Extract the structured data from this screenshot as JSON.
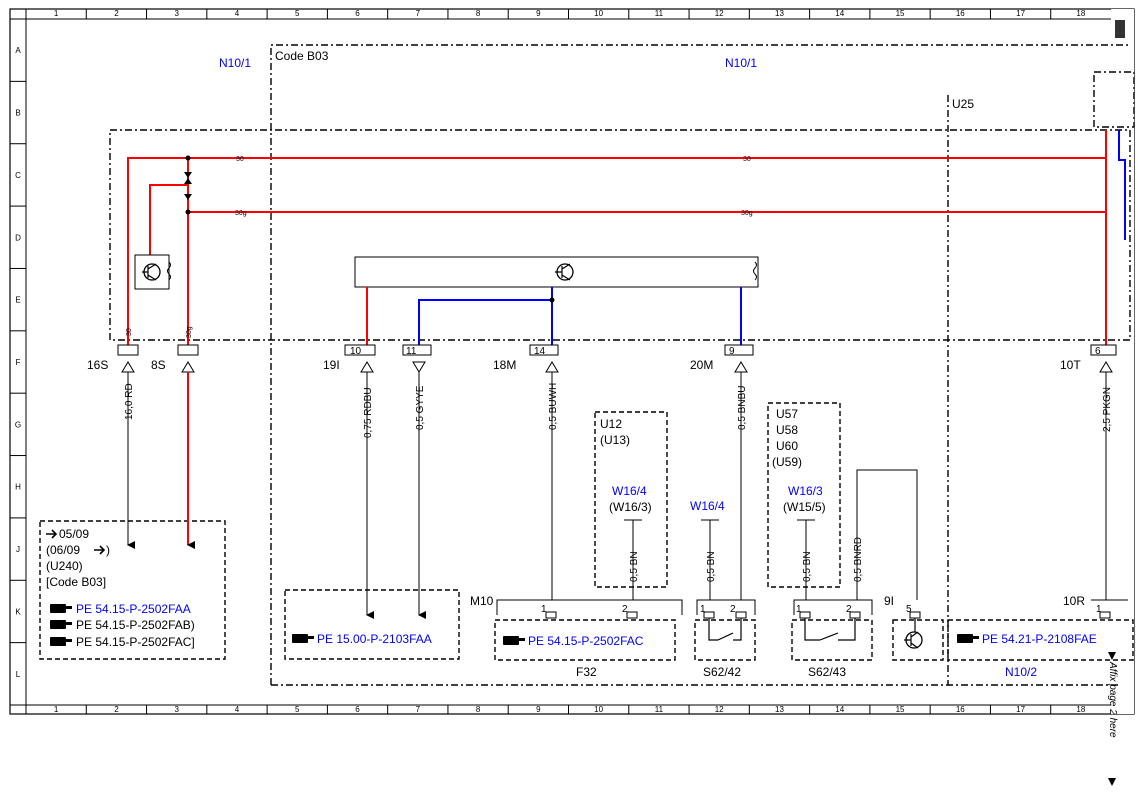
{
  "grid": {
    "columns": [
      "1",
      "2",
      "3",
      "4",
      "5",
      "6",
      "7",
      "8",
      "9",
      "10",
      "11",
      "12",
      "13",
      "14",
      "15",
      "16",
      "17",
      "18"
    ],
    "rows": [
      "A",
      "B",
      "C",
      "D",
      "E",
      "F",
      "G",
      "H",
      "J",
      "K",
      "L"
    ]
  },
  "labels": {
    "n10_1_left": "N10/1",
    "n10_1_center": "N10/1",
    "code_b03": "Code B03",
    "u25": "U25",
    "wire30_a": "30",
    "wire30_b": "30",
    "wire30g_a": "30g",
    "wire30g_b": "30g",
    "pin30": "30",
    "pin30g": "30g",
    "c16s": "16S",
    "c8s": "8S",
    "c19i": "19I",
    "c18m": "18M",
    "c20m": "20M",
    "c10t": "10T",
    "p10": "10",
    "p11": "11",
    "p14": "14",
    "p9": "9",
    "p6": "6",
    "w_16rd": "16,0 RD",
    "w_075rdbu": "0,75 RDBU",
    "w_05gyye": "0,5 GYYE",
    "w_05buwh": "0,5 BUWH",
    "w_05bnbu": "0,5 BNBU",
    "w_25pkgn": "2,5 PKGN",
    "w_05bn_a": "0,5 BN",
    "w_05bn_b": "0,5 BN",
    "w_05bn_c": "0,5 BN",
    "w_05bnrd": "0,5 BNRD",
    "u12": "U12",
    "u13": "(U13)",
    "w16_4_a": "W16/4",
    "w16_3_a": "(W16/3)",
    "w16_4_b": "W16/4",
    "u57": "U57",
    "u58": "U58",
    "u60": "U60",
    "u59": "(U59)",
    "w16_3_b": "W16/3",
    "w15_5": "(W15/5)",
    "m10": "M10",
    "p1a": "1",
    "p2a": "2",
    "p1b": "1",
    "p2b": "2",
    "p1c": "1",
    "p2c": "2",
    "c9i": "9I",
    "p5": "5",
    "c10r": "10R",
    "p1d": "1",
    "f32": "F32",
    "s62_42": "S62/42",
    "s62_43": "S62/43",
    "n10_2": "N10/2",
    "note_0509": "05/09",
    "note_0609": "(06/09",
    "note_paren_close": ")",
    "note_u240": "(U240)",
    "note_code": "[Code B03]",
    "ref_2502faa": "PE 54.15-P-2502FAA",
    "ref_2502fab": "PE 54.15-P-2502FAB)",
    "ref_2502fac_a": "PE 54.15-P-2502FAC]",
    "ref_2103faa": "PE 15.00-P-2103FAA",
    "ref_2502fac_b": "PE 54.15-P-2502FAC",
    "ref_2108fae": "PE 54.21-P-2108FAE",
    "affix": "Affix page 2 here"
  },
  "colors": {
    "wire_red": "#ff0000",
    "wire_blue": "#0000ff",
    "reference_text": "#0000ff",
    "line": "#000000"
  },
  "icons": [
    "pointing-hand-icon",
    "transistor-icon",
    "arrow-right-icon",
    "ground-triangle-icon"
  ]
}
